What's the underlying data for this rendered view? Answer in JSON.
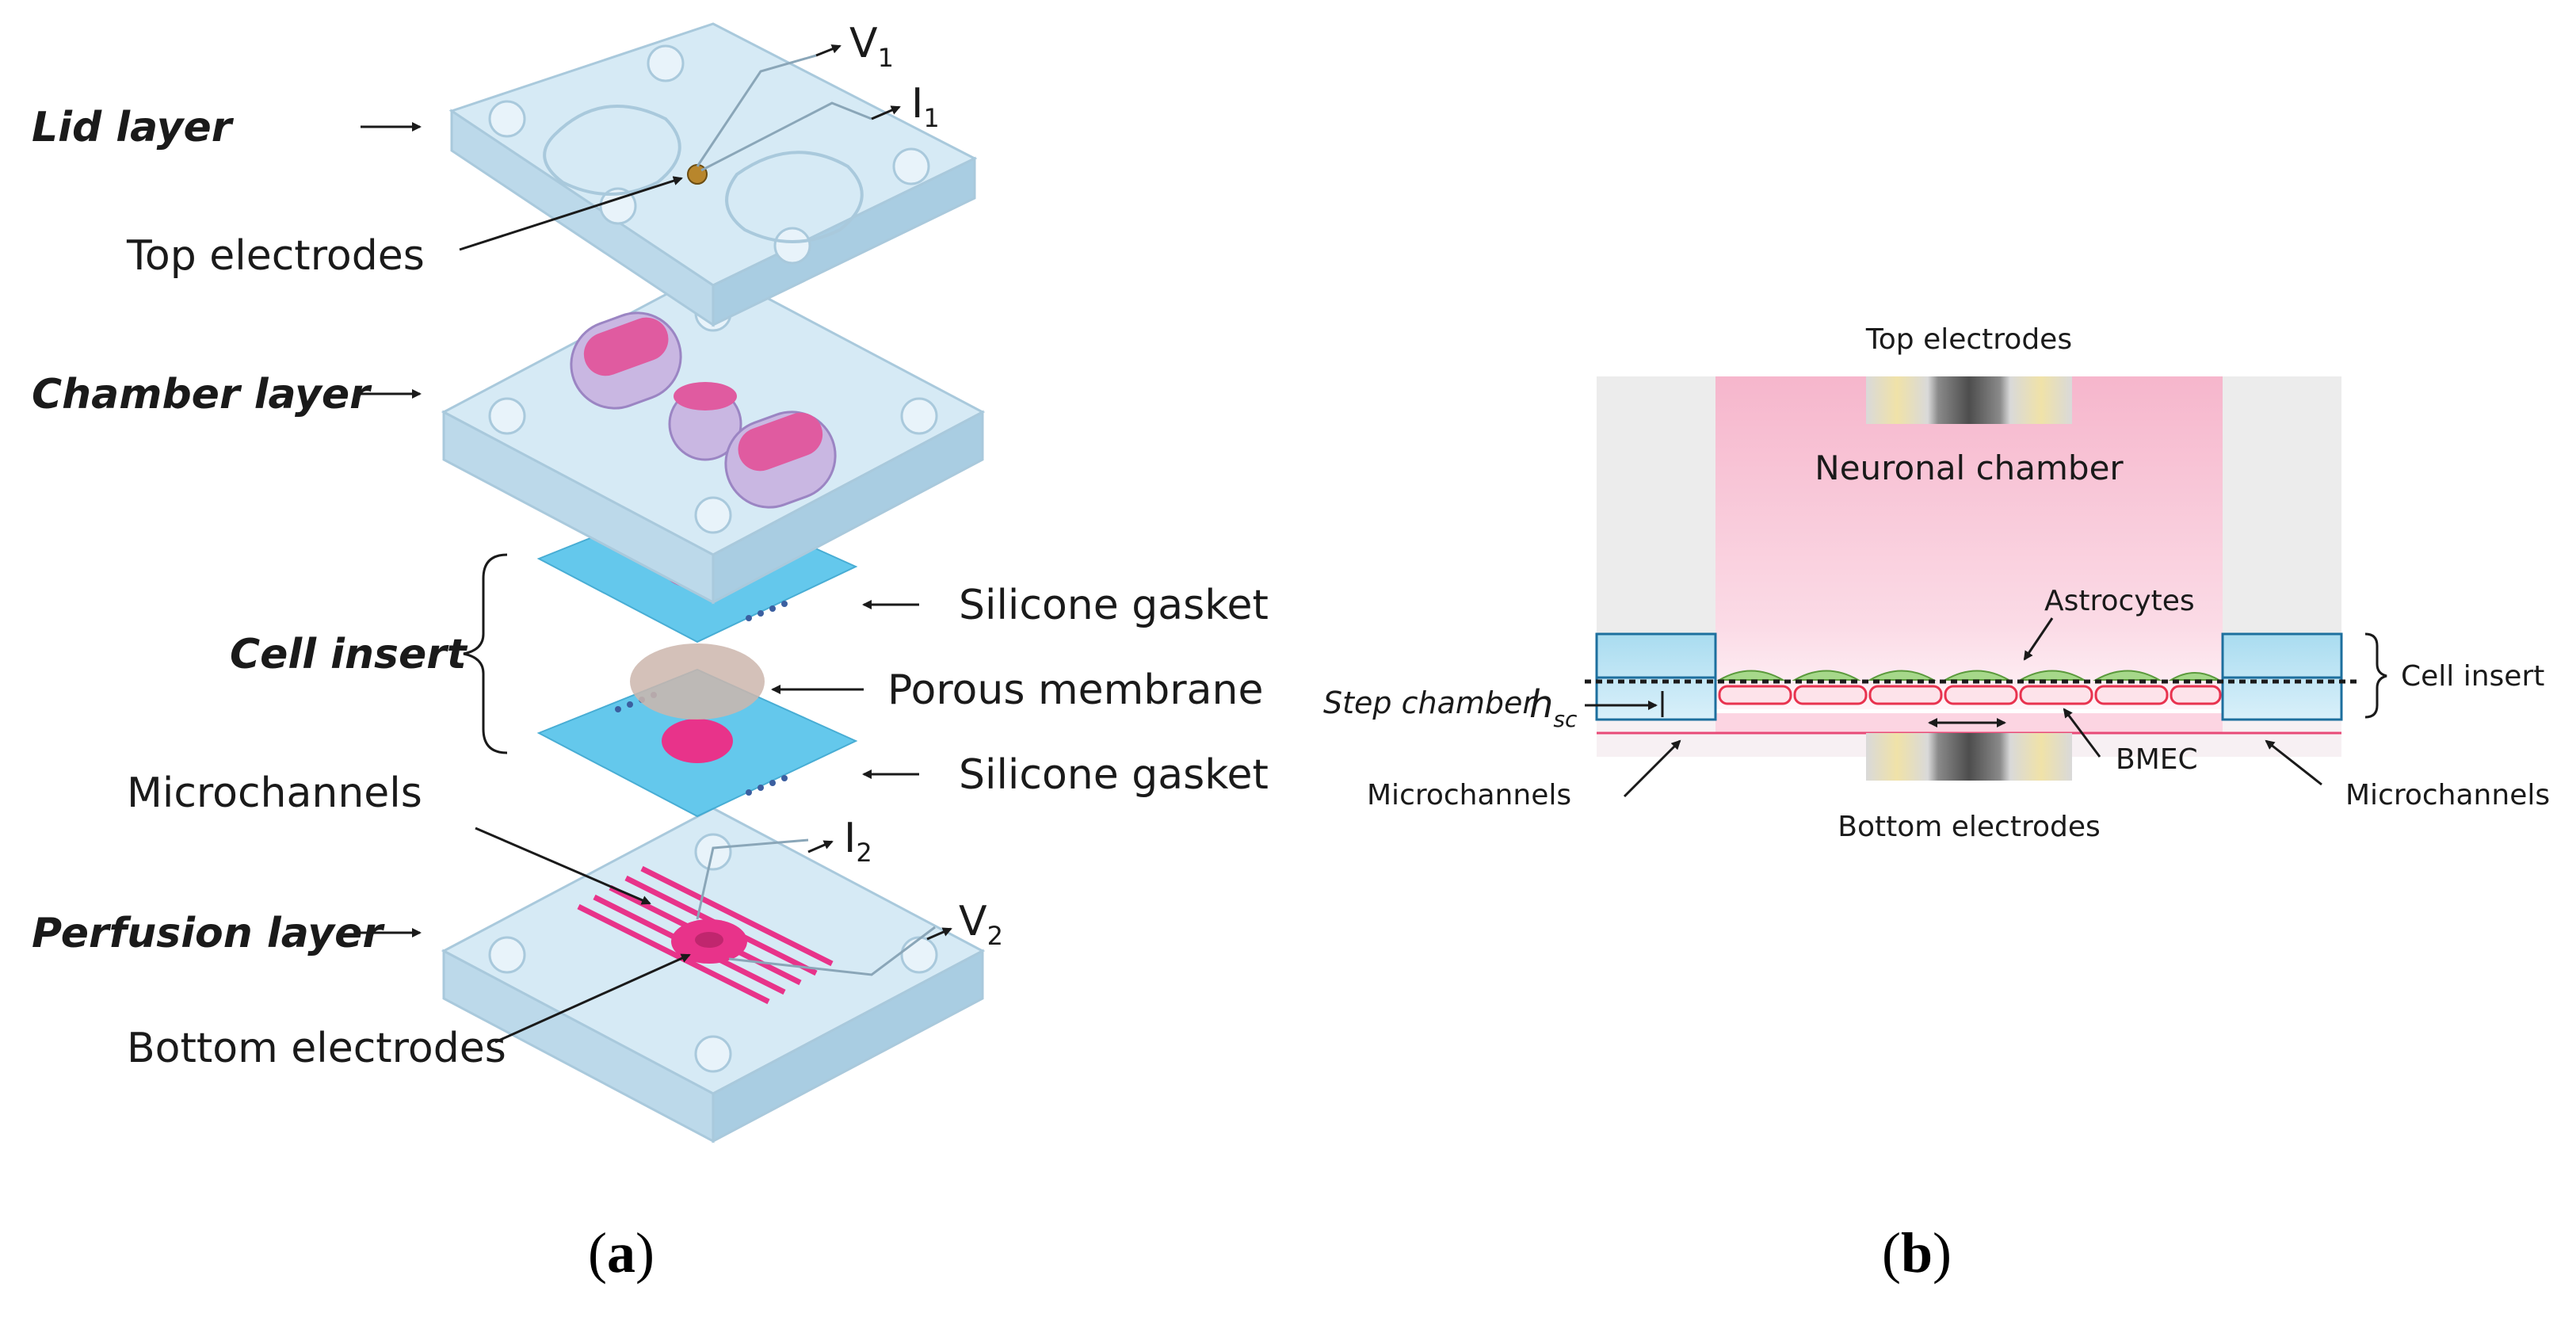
{
  "panel_a": {
    "labels": {
      "lid_layer": "Lid layer",
      "top_electrodes": "Top electrodes",
      "chamber_layer": "Chamber layer",
      "cell_insert": "Cell insert",
      "silicone_gasket_top": "Silicone gasket",
      "porous_membrane": "Porous membrane",
      "silicone_gasket_bottom": "Silicone gasket",
      "microchannels": "Microchannels",
      "perfusion_layer": "Perfusion layer",
      "bottom_electrodes": "Bottom electrodes",
      "v1": "V",
      "v1_sub": "1",
      "i1": "I",
      "i1_sub": "1",
      "i2": "I",
      "i2_sub": "2",
      "v2": "V",
      "v2_sub": "2"
    },
    "caption_open": "(",
    "caption_letter": "a",
    "caption_close": ")"
  },
  "panel_b": {
    "labels": {
      "top_electrodes": "Top electrodes",
      "neuronal_chamber": "Neuronal chamber",
      "astrocytes": "Astrocytes",
      "cell_insert": "Cell insert",
      "step_chamber": "Step chamber",
      "h": "h",
      "h_sub": "sc",
      "bmec": "BMEC",
      "microchannels_left": "Microchannels",
      "microchannels_right": "Microchannels",
      "bottom_electrodes": "Bottom electrodes"
    },
    "caption_open": "(",
    "caption_letter": "b",
    "caption_close": ")"
  },
  "colors": {
    "pdms_blue": "#cfe6f3",
    "gasket_cyan": "#5cc6ec",
    "magenta": "#e8338a",
    "chamber_pink": "#f6bcd0",
    "membrane_tan": "#cdb6ad",
    "electrode_gold": "#e9d8a0",
    "electrode_gray": "#7a7a7a"
  }
}
